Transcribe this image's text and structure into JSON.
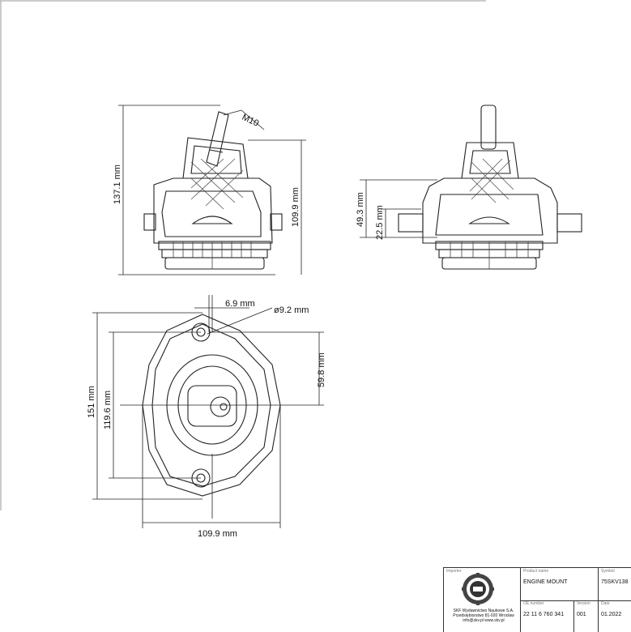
{
  "drawing": {
    "thread_label": "M10",
    "overall_height_label": "137.1 mm",
    "body_height_label": "109.9 mm",
    "upper_height_label": "49.3 mm",
    "lower_height_label": "22.5 mm",
    "offset_label": "6.9 mm",
    "hole_diameter_label": "ø9.2 mm",
    "length_label": "151 mm",
    "hole_spacing_label": "119.6 mm",
    "center_offset_label": "59.8 mm",
    "width_label": "109.9 mm"
  },
  "title_block": {
    "importer_label": "Importer",
    "product_name_label": "Product name",
    "product_name": "ENGINE MOUNT",
    "symbol_label": "Symbol",
    "symbol": "75SKV138",
    "company_lines": [
      "SKF Wydawnictwo Naukowe S.A.",
      "Przedsiębiorstwo 81-020 Wrocław",
      "info@skv.pl www.skv.pl"
    ],
    "oe_number_label": "OE number",
    "oe_number": "22 11 6 760 341",
    "version_label": "Version",
    "version": "001",
    "date_label": "Date",
    "date": "01.2022"
  }
}
